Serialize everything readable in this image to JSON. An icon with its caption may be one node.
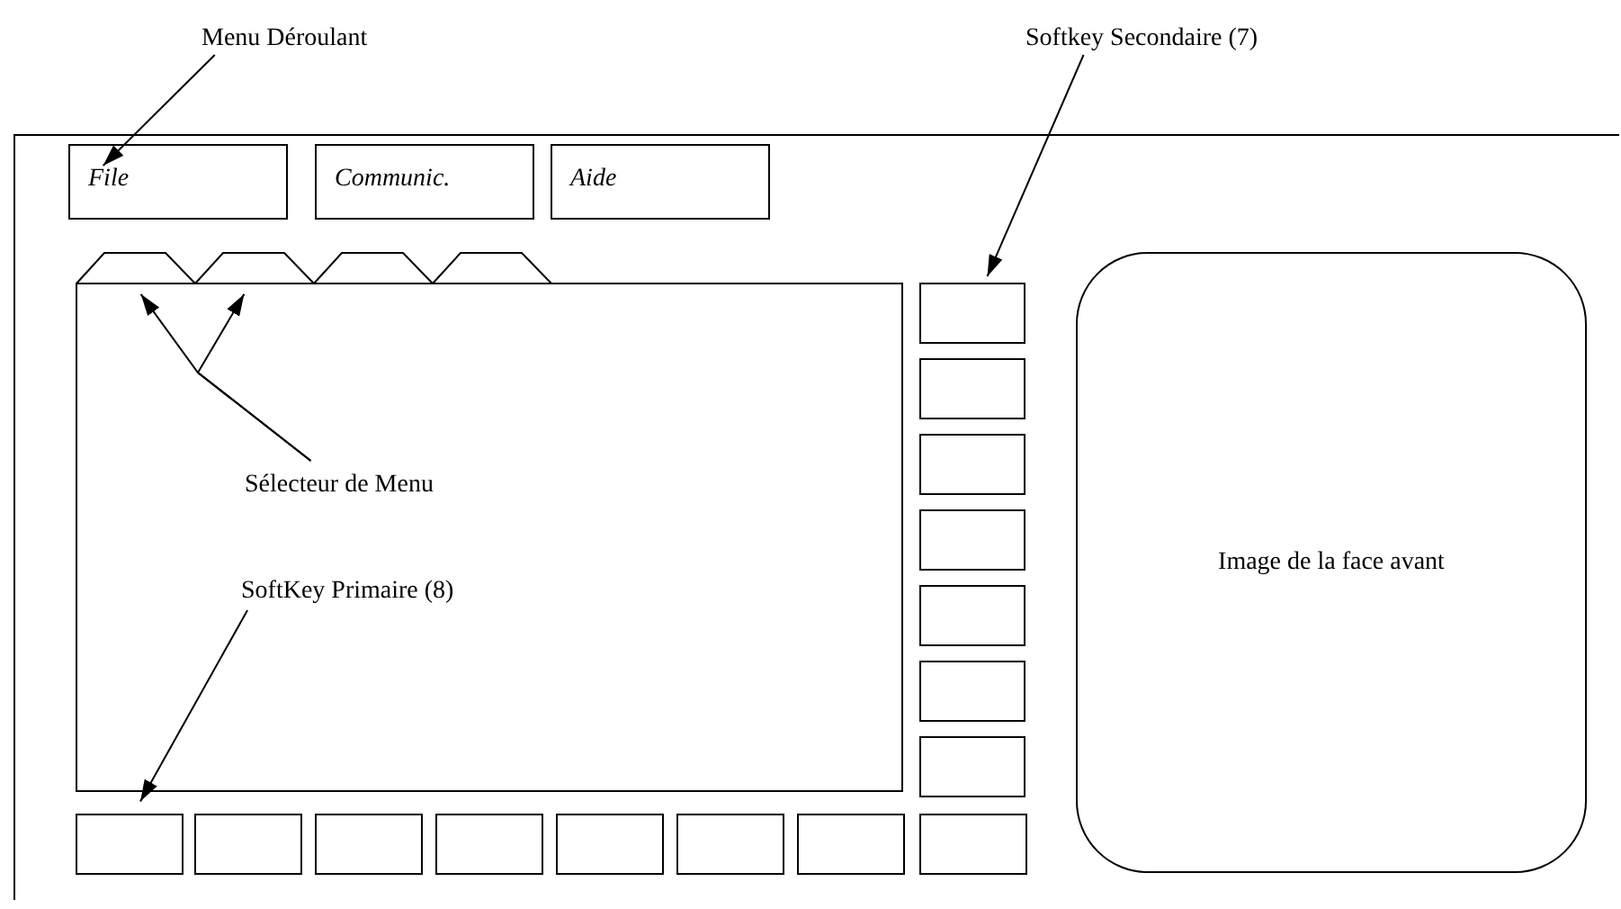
{
  "diagram": {
    "nodes": [
      {
        "text": [
          "File"
        ]
      },
      {
        "text": [
          "Communic."
        ]
      },
      {
        "text": [
          "Aide"
        ]
      },
      {
        "text": [
          "Menu Déroulant"
        ]
      },
      {
        "text": [
          "Softkey Secondaire (7)"
        ]
      },
      {
        "text": [],
        "shape": "tab"
      },
      {
        "text": [],
        "shape": "tab"
      },
      {
        "text": [],
        "shape": "tab"
      },
      {
        "text": [],
        "shape": "tab"
      },
      {
        "text": [],
        "shape": "box"
      },
      {
        "text": [
          "Sélecteur de Menu"
        ],
        "in": 9
      },
      {
        "text": [
          "SoftKey Primaire (8)"
        ],
        "in": 9
      },
      {
        "text": [
          "Image de la face avant"
        ]
      },
      {
        "text": [],
        "shape": "box"
      },
      {
        "text": [],
        "shape": "box"
      },
      {
        "text": [],
        "shape": "box"
      },
      {
        "text": [],
        "shape": "box"
      },
      {
        "text": [],
        "shape": "box"
      },
      {
        "text": [],
        "shape": "box"
      },
      {
        "text": [],
        "shape": "box"
      },
      {
        "text": [],
        "shape": "box"
      },
      {
        "text": [],
        "shape": "box"
      },
      {
        "text": [],
        "shape": "box"
      },
      {
        "text": [],
        "shape": "box"
      },
      {
        "text": [],
        "shape": "box"
      },
      {
        "text": [],
        "shape": "box"
      },
      {
        "text": [],
        "shape": "box"
      },
      {
        "text": [],
        "shape": "box"
      }
    ],
    "edges": [
      {
        "from": 3,
        "to": 0,
        "arrow": "to"
      },
      {
        "from": 4,
        "to": 13,
        "arrow": "to"
      },
      {
        "from": 10,
        "to": 5,
        "arrow": "to"
      },
      {
        "from": 10,
        "to": 6,
        "arrow": "to"
      },
      {
        "from": 11,
        "to": 20,
        "arrow": "to"
      }
    ]
  }
}
